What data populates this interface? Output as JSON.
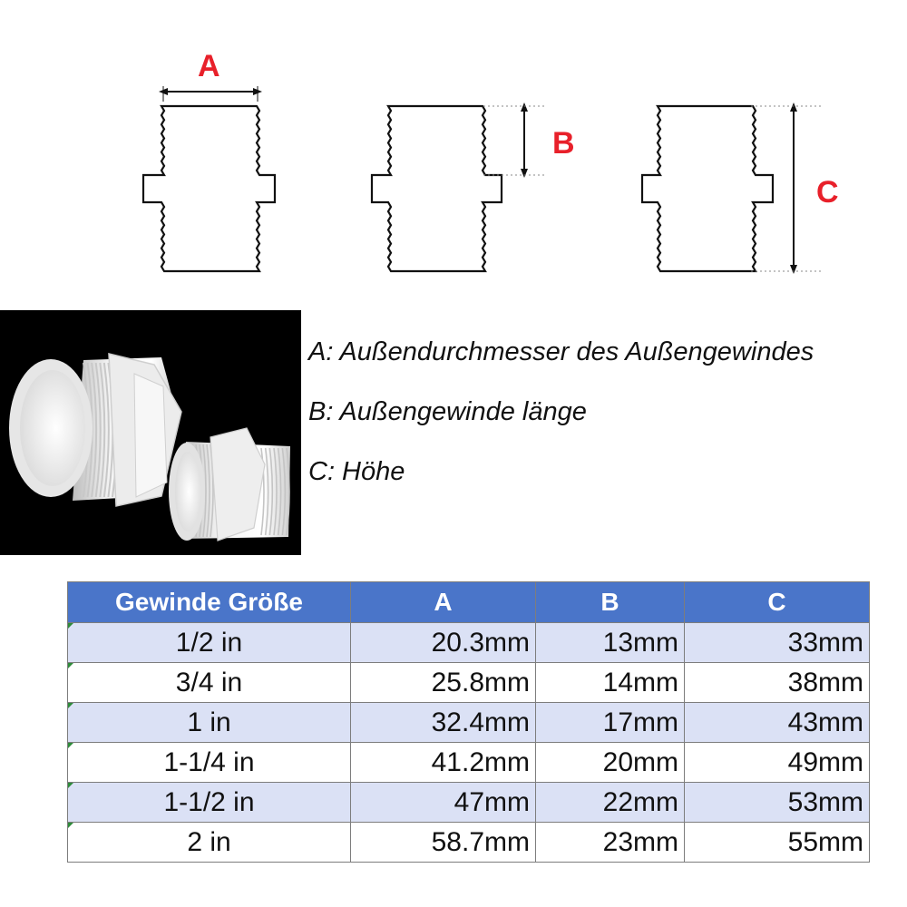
{
  "dimension_labels": {
    "a": "A",
    "b": "B",
    "c": "C"
  },
  "legend": {
    "a": "A: Außendurchmesser des Außengewindes",
    "b": "B: Außengewinde länge",
    "c": "C: Höhe"
  },
  "table": {
    "headers": [
      "Gewinde Größe",
      "A",
      "B",
      "C"
    ],
    "rows": [
      [
        "1/2 in",
        "20.3mm",
        "13mm",
        "33mm"
      ],
      [
        "3/4 in",
        "25.8mm",
        "14mm",
        "38mm"
      ],
      [
        "1 in",
        "32.4mm",
        "17mm",
        "43mm"
      ],
      [
        "1-1/4 in",
        "41.2mm",
        "20mm",
        "49mm"
      ],
      [
        "1-1/2 in",
        "47mm",
        "22mm",
        "53mm"
      ],
      [
        "2 in",
        "58.7mm",
        "23mm",
        "55mm"
      ]
    ]
  },
  "colors": {
    "label_red": "#e8202a",
    "header_blue": "#4a75c9",
    "row_stripe": "#dbe1f5",
    "photo_bg": "#000000"
  }
}
